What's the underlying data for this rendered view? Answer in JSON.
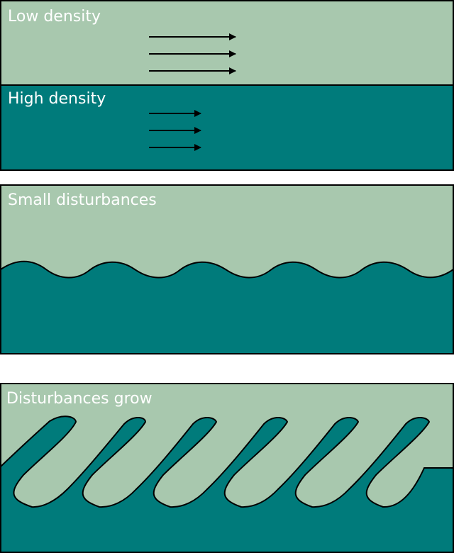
{
  "colors": {
    "low_density_fluid": "#a8c8ae",
    "high_density_fluid": "#007b7b",
    "outline": "#000000",
    "label": "#ffffff",
    "background": "#ffffff"
  },
  "panels": [
    {
      "id": "initial",
      "label_top": "Low density",
      "label_bottom": "High density"
    },
    {
      "id": "small",
      "label": "Small disturbances"
    },
    {
      "id": "grow",
      "label": "Disturbances grow"
    }
  ],
  "icons": {
    "arrow": "right-arrow-icon"
  }
}
